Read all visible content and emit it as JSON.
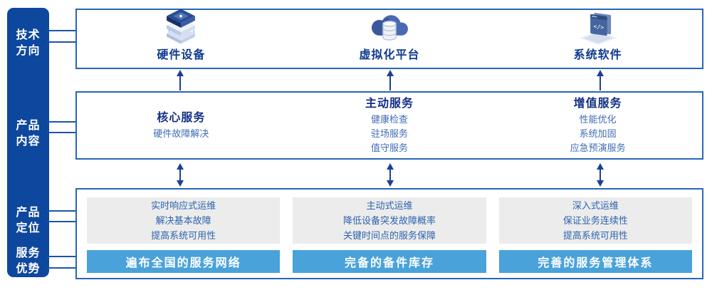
{
  "sidebar": {
    "labels": [
      "技术\n方向",
      "产品\n内容",
      "产品\n定位",
      "服务\n优势"
    ]
  },
  "tech_directions": {
    "items": [
      {
        "label": "硬件设备",
        "icon": "server-stack-icon"
      },
      {
        "label": "虚拟化平台",
        "icon": "cloud-database-icon"
      },
      {
        "label": "系统软件",
        "icon": "code-window-icon"
      }
    ]
  },
  "product_content": {
    "columns": [
      {
        "title": "核心服务",
        "items": [
          "硬件故障解决"
        ]
      },
      {
        "title": "主动服务",
        "items": [
          "健康检查",
          "驻场服务",
          "值守服务"
        ]
      },
      {
        "title": "增值服务",
        "items": [
          "性能优化",
          "系统加固",
          "应急预演服务"
        ]
      }
    ]
  },
  "product_positioning": {
    "columns": [
      {
        "positioning": [
          "实时响应式运维",
          "解决基本故障",
          "提高系统可用性"
        ],
        "advantage": "遍布全国的服务网络"
      },
      {
        "positioning": [
          "主动式运维",
          "降低设备突发故障概率",
          "关键时间点的服务保障"
        ],
        "advantage": "完备的备件库存"
      },
      {
        "positioning": [
          "深入式运维",
          "保证业务连续性",
          "提高系统可用性"
        ],
        "advantage": "完善的服务管理体系"
      }
    ]
  },
  "colors": {
    "sidebar_bg": "#0d479e",
    "frame_border": "#2a65b5",
    "title_text": "#132f85",
    "body_text": "#3f6cb5",
    "panel_bg": "#ececec",
    "bar_bg": "#4aa2da",
    "arrow": "#1b3f94"
  }
}
